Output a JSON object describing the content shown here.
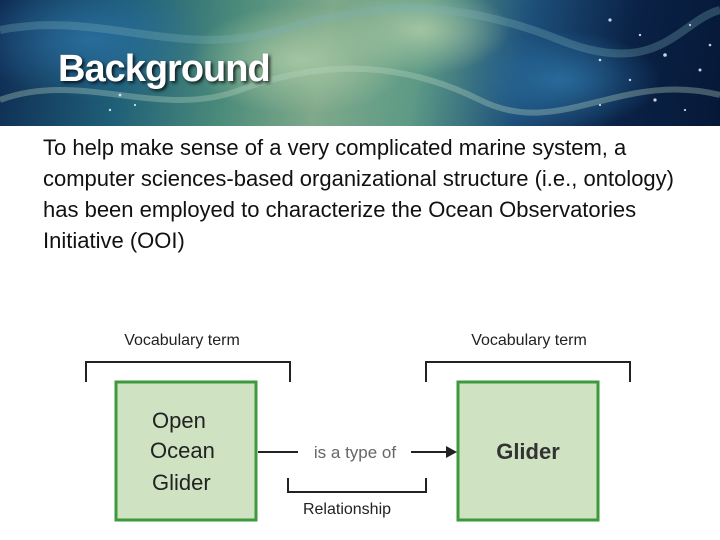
{
  "slide": {
    "title": "Background",
    "body": "To help make sense of a very complicated marine system, a computer sciences-based organizational structure (i.e., ontology) has been employed to characterize the Ocean Observatories Initiative (OOI)"
  },
  "diagram": {
    "left_bracket_label": "Vocabulary term",
    "right_bracket_label": "Vocabulary term",
    "left_box_lines": [
      "Open",
      "Ocean",
      "Glider"
    ],
    "right_box_label": "Glider",
    "arrow_label": "is a type of",
    "relationship_label": "Relationship",
    "box_border_color": "#3c9a3c",
    "box_fill_color": "#cfe3c3"
  }
}
